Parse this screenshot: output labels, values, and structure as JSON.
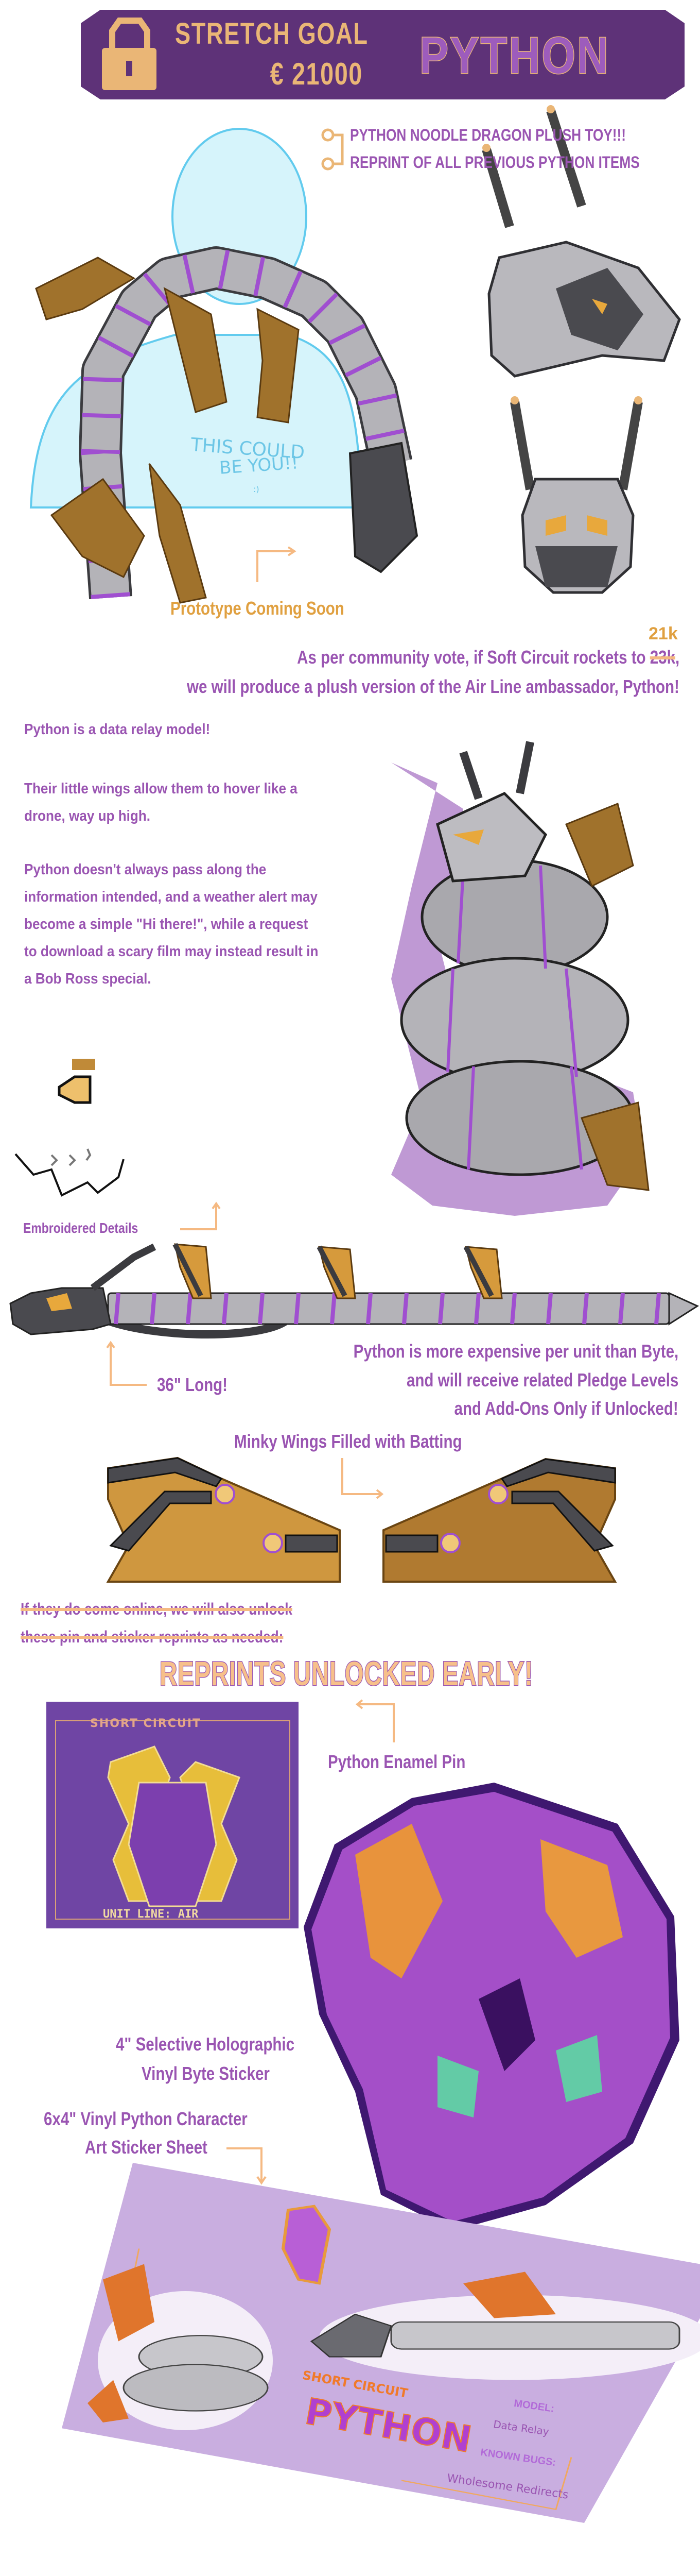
{
  "banner": {
    "lock_icon": "padlock-icon",
    "label": "STRETCH GOAL",
    "amount": "€ 21000",
    "name": "PYTHON"
  },
  "rewards": [
    "PYTHON NOODLE DRAGON PLUSH TOY!!!",
    "REPRINT OF ALL PREVIOUS PYTHON ITEMS"
  ],
  "plush": {
    "scale_note_line1": "THIS COULD",
    "scale_note_line2": "BE YOU!!",
    "scale_note_smile": ":)",
    "prototype_note": "Prototype Coming Soon"
  },
  "vote": {
    "new_target": "21k",
    "line1_prefix": "As per community vote, if Soft Circuit rockets to ",
    "old_target": "23k",
    "line1_suffix": ",",
    "line2": "we will produce a plush version of the Air Line ambassador, Python!"
  },
  "story": [
    "Python is a data relay model!",
    "Their little wings allow them to hover like a drone, way up high.",
    "Python doesn't always pass along the information intended, and a weather alert may become a simple \"Hi there!\", while a request to download a scary film may instead result in a Bob Ross special."
  ],
  "embroidered_label": "Embroidered Details",
  "length_label": "36\" Long!",
  "pricing_note": [
    "Python is more expensive per unit than Byte,",
    "and will receive related Pledge Levels",
    "and Add-Ons Only if Unlocked!"
  ],
  "wings_label": "Minky Wings Filled with Batting",
  "reprints": {
    "struck_line1": "If they do come online, we will also unlock",
    "struck_line2": "these pin and sticker reprints as needed:",
    "headline": "REPRINTS UNLOCKED EARLY!",
    "pin_label": "Python Enamel Pin",
    "pin_card_brand": "SHORT CIRCUIT",
    "pin_card_line": "UNIT LINE: AIR",
    "sticker_label_line1": "4\" Selective Holographic",
    "sticker_label_line2": "Vinyl Byte Sticker",
    "sheet_label_line1": "6x4\" Vinyl Python Character",
    "sheet_label_line2": "Art Sticker Sheet"
  },
  "sticker_sheet": {
    "brand": "SHORT CIRCUIT",
    "name": "PYTHON",
    "model_label": "MODEL:",
    "model_value": "Data Relay",
    "bugs_label": "KNOWN BUGS:",
    "bugs_value": "Wholesome Redirects"
  },
  "colors": {
    "banner": "#5e3278",
    "accent_orange": "#eab676",
    "text_purple": "#9a55b2",
    "prototype_orange": "#e0a040"
  }
}
